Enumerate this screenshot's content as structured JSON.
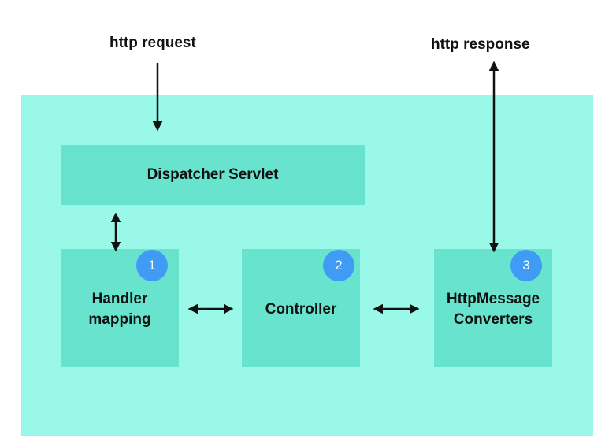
{
  "labels": {
    "request": "http request",
    "response": "http response"
  },
  "boxes": {
    "dispatcher": "Dispatcher Servlet",
    "handler": "Handler\nmapping",
    "controller": "Controller",
    "converters": "HttpMessage\nConverters"
  },
  "badges": {
    "one": "1",
    "two": "2",
    "three": "3"
  },
  "colors": {
    "outer_background": "#99f8e8",
    "box_fill": "#68e3cd",
    "badge_fill": "#3f9bf3",
    "arrow": "#111111"
  }
}
